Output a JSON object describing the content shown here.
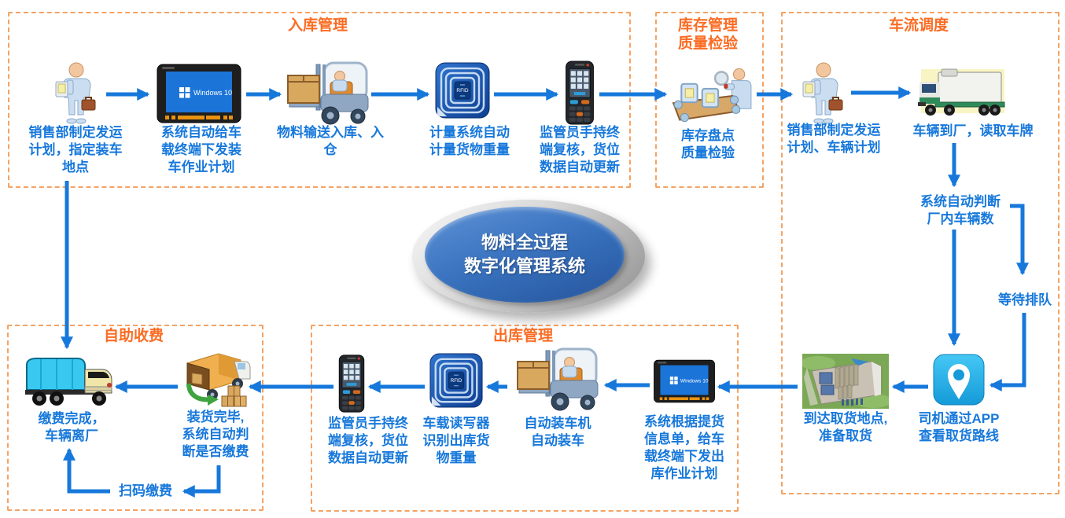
{
  "title_badge": {
    "label": "物料全过程\n数字化管理系统"
  },
  "sections": {
    "inbound": {
      "title": "入库管理"
    },
    "inventory": {
      "title": "库存管理\n质量检验"
    },
    "dispatch": {
      "title": "车流调度"
    },
    "outbound": {
      "title": "出库管理"
    },
    "selfpay": {
      "title": "自助收费"
    }
  },
  "steps": {
    "make_plan": {
      "label": "销售部制定发运\n计划，指定装车\n地点"
    },
    "send_plan": {
      "label": "系统自动给车\n载终端下发装\n车作业计划"
    },
    "convey_in": {
      "label": "物料输送入库、入\n仓"
    },
    "weigh": {
      "label": "计量系统自动\n计量货物重量"
    },
    "recheck_in": {
      "label": "监管员手持终\n端复核，货位\n数据自动更新"
    },
    "stocktake": {
      "label": "库存盘点\n质量检验"
    },
    "vehicle_plan": {
      "label": "销售部制定发运\n计划、车辆计划"
    },
    "arrive_factory": {
      "label": "车辆到厂，读取车牌"
    },
    "count_vehicles": {
      "label": "系统自动判断\n厂内车辆数"
    },
    "queue": {
      "label": "等待排队"
    },
    "app_route": {
      "label": "司机通过APP\n查看取货路线"
    },
    "arrive_pickup": {
      "label": "到达取货地点,\n准备取货"
    },
    "outbound_plan": {
      "label": "系统根据提货\n信息单，给车\n载终端下发出\n库作业计划"
    },
    "auto_load": {
      "label": "自动装车机\n自动装车"
    },
    "reader_weigh": {
      "label": "车载读写器\n识别出库货\n物重量"
    },
    "recheck_out": {
      "label": "监管员手持终\n端复核，货位\n数据自动更新"
    },
    "load_done": {
      "label": "装货完毕,\n系统自动判\n断是否缴费"
    },
    "scan_pay": {
      "label": "扫码缴费"
    },
    "pay_done": {
      "label": "缴费完成，\n车辆离厂"
    }
  },
  "icon_text": {
    "windows": "Windows 10",
    "rfid": "RFID"
  },
  "colors": {
    "section_border": "#F5A263",
    "section_title": "#FB6C23",
    "step_text": "#1778DB",
    "arrow": "#1778DB",
    "badge_blue": "#3B74C0"
  }
}
